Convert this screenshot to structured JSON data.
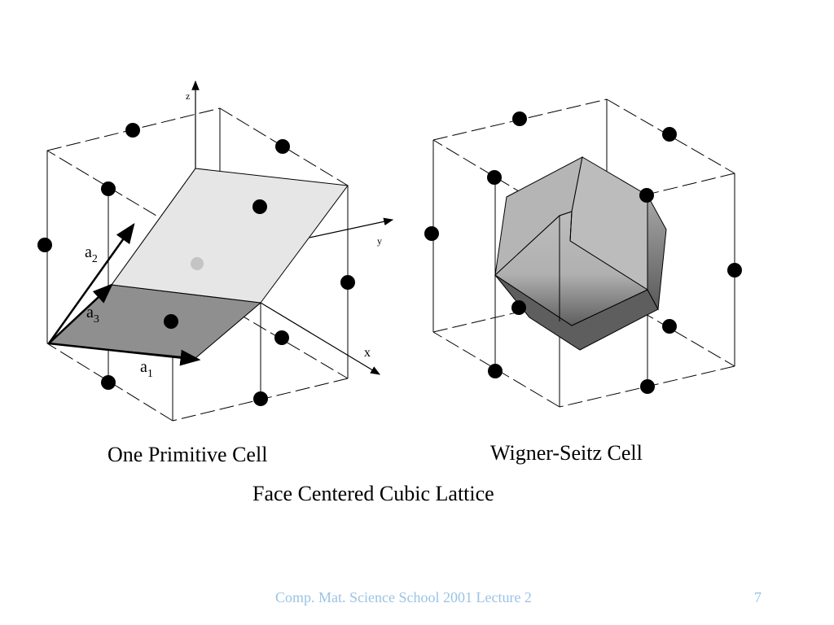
{
  "diagram": {
    "axes": {
      "z": "z",
      "y": "y",
      "x": "x"
    },
    "vectors": {
      "a1": "a",
      "a1_sub": "1",
      "a2": "a",
      "a2_sub": "2",
      "a3": "a",
      "a3_sub": "3"
    }
  },
  "captions": {
    "left": "One Primitive Cell",
    "right": "Wigner-Seitz Cell",
    "main": "Face Centered Cubic Lattice"
  },
  "footer": {
    "text": "Comp. Mat. Science School 2001 Lecture 2",
    "page": "7",
    "color": "#9cc3e6"
  },
  "colors": {
    "light_face": "#e6e6e6",
    "mid_face": "#b9b9b9",
    "dark_face": "#8f8f8f",
    "center_dot": "#c4c4c4"
  }
}
